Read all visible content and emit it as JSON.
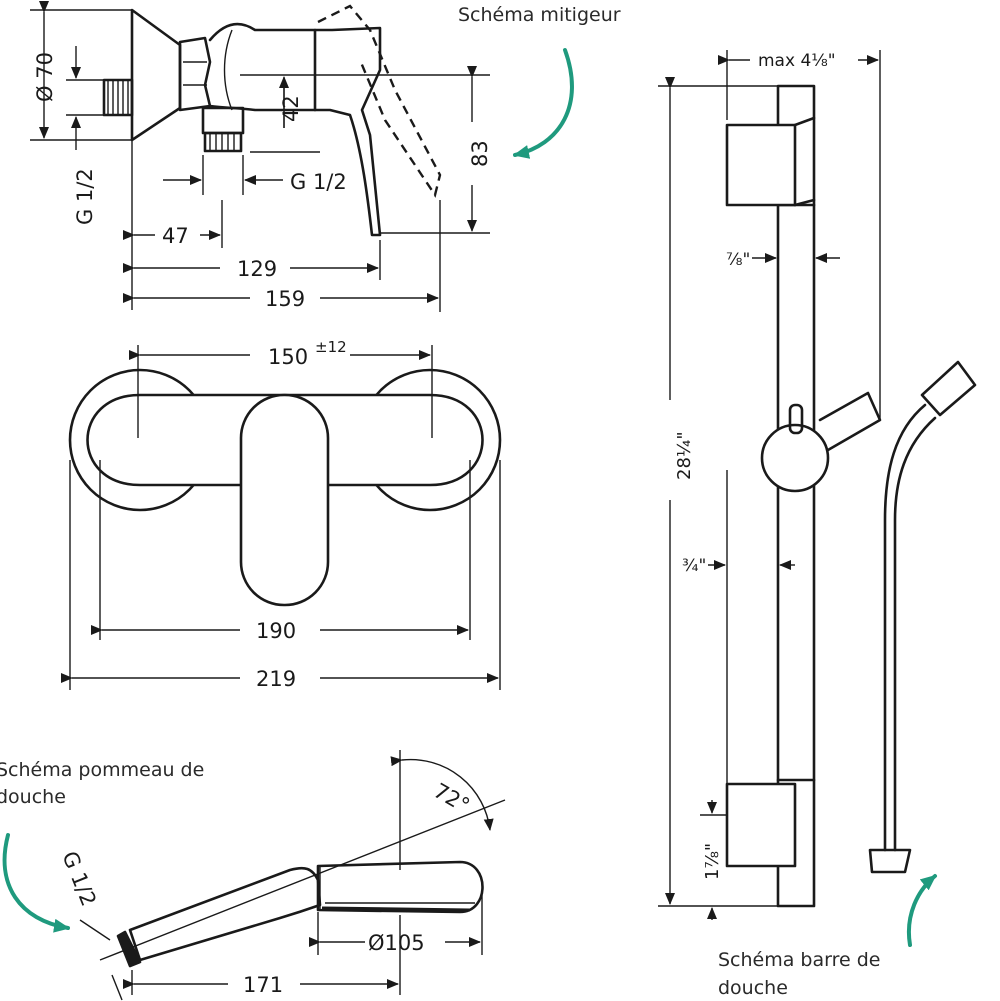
{
  "captions": {
    "mixer": "Schéma mitigeur",
    "handshower_line1": "Schéma pommeau de",
    "handshower_line2": "douche",
    "bar_line1": "Schéma barre de",
    "bar_line2": "douche"
  },
  "mixer_side": {
    "dia70": "Ø 70",
    "g12_left": "G 1/2",
    "d42": "42",
    "g12_mid": "G 1/2",
    "d83": "83",
    "d47": "47",
    "d129": "129",
    "d159": "159"
  },
  "mixer_front": {
    "d150": "150",
    "tol": "±12",
    "d190": "190",
    "d219": "219"
  },
  "hand_shower": {
    "angle": "72°",
    "g12": "G 1/2",
    "dia105": "Ø105",
    "d171": "171"
  },
  "shower_bar": {
    "max": "max 4⅛\"",
    "w78": "⅞\"",
    "h2814": "28¼\"",
    "w34": "¾\"",
    "h178": "1⅞\""
  },
  "colors": {
    "line": "#1a1a1a",
    "arrow_accent": "#1f9a7e"
  }
}
